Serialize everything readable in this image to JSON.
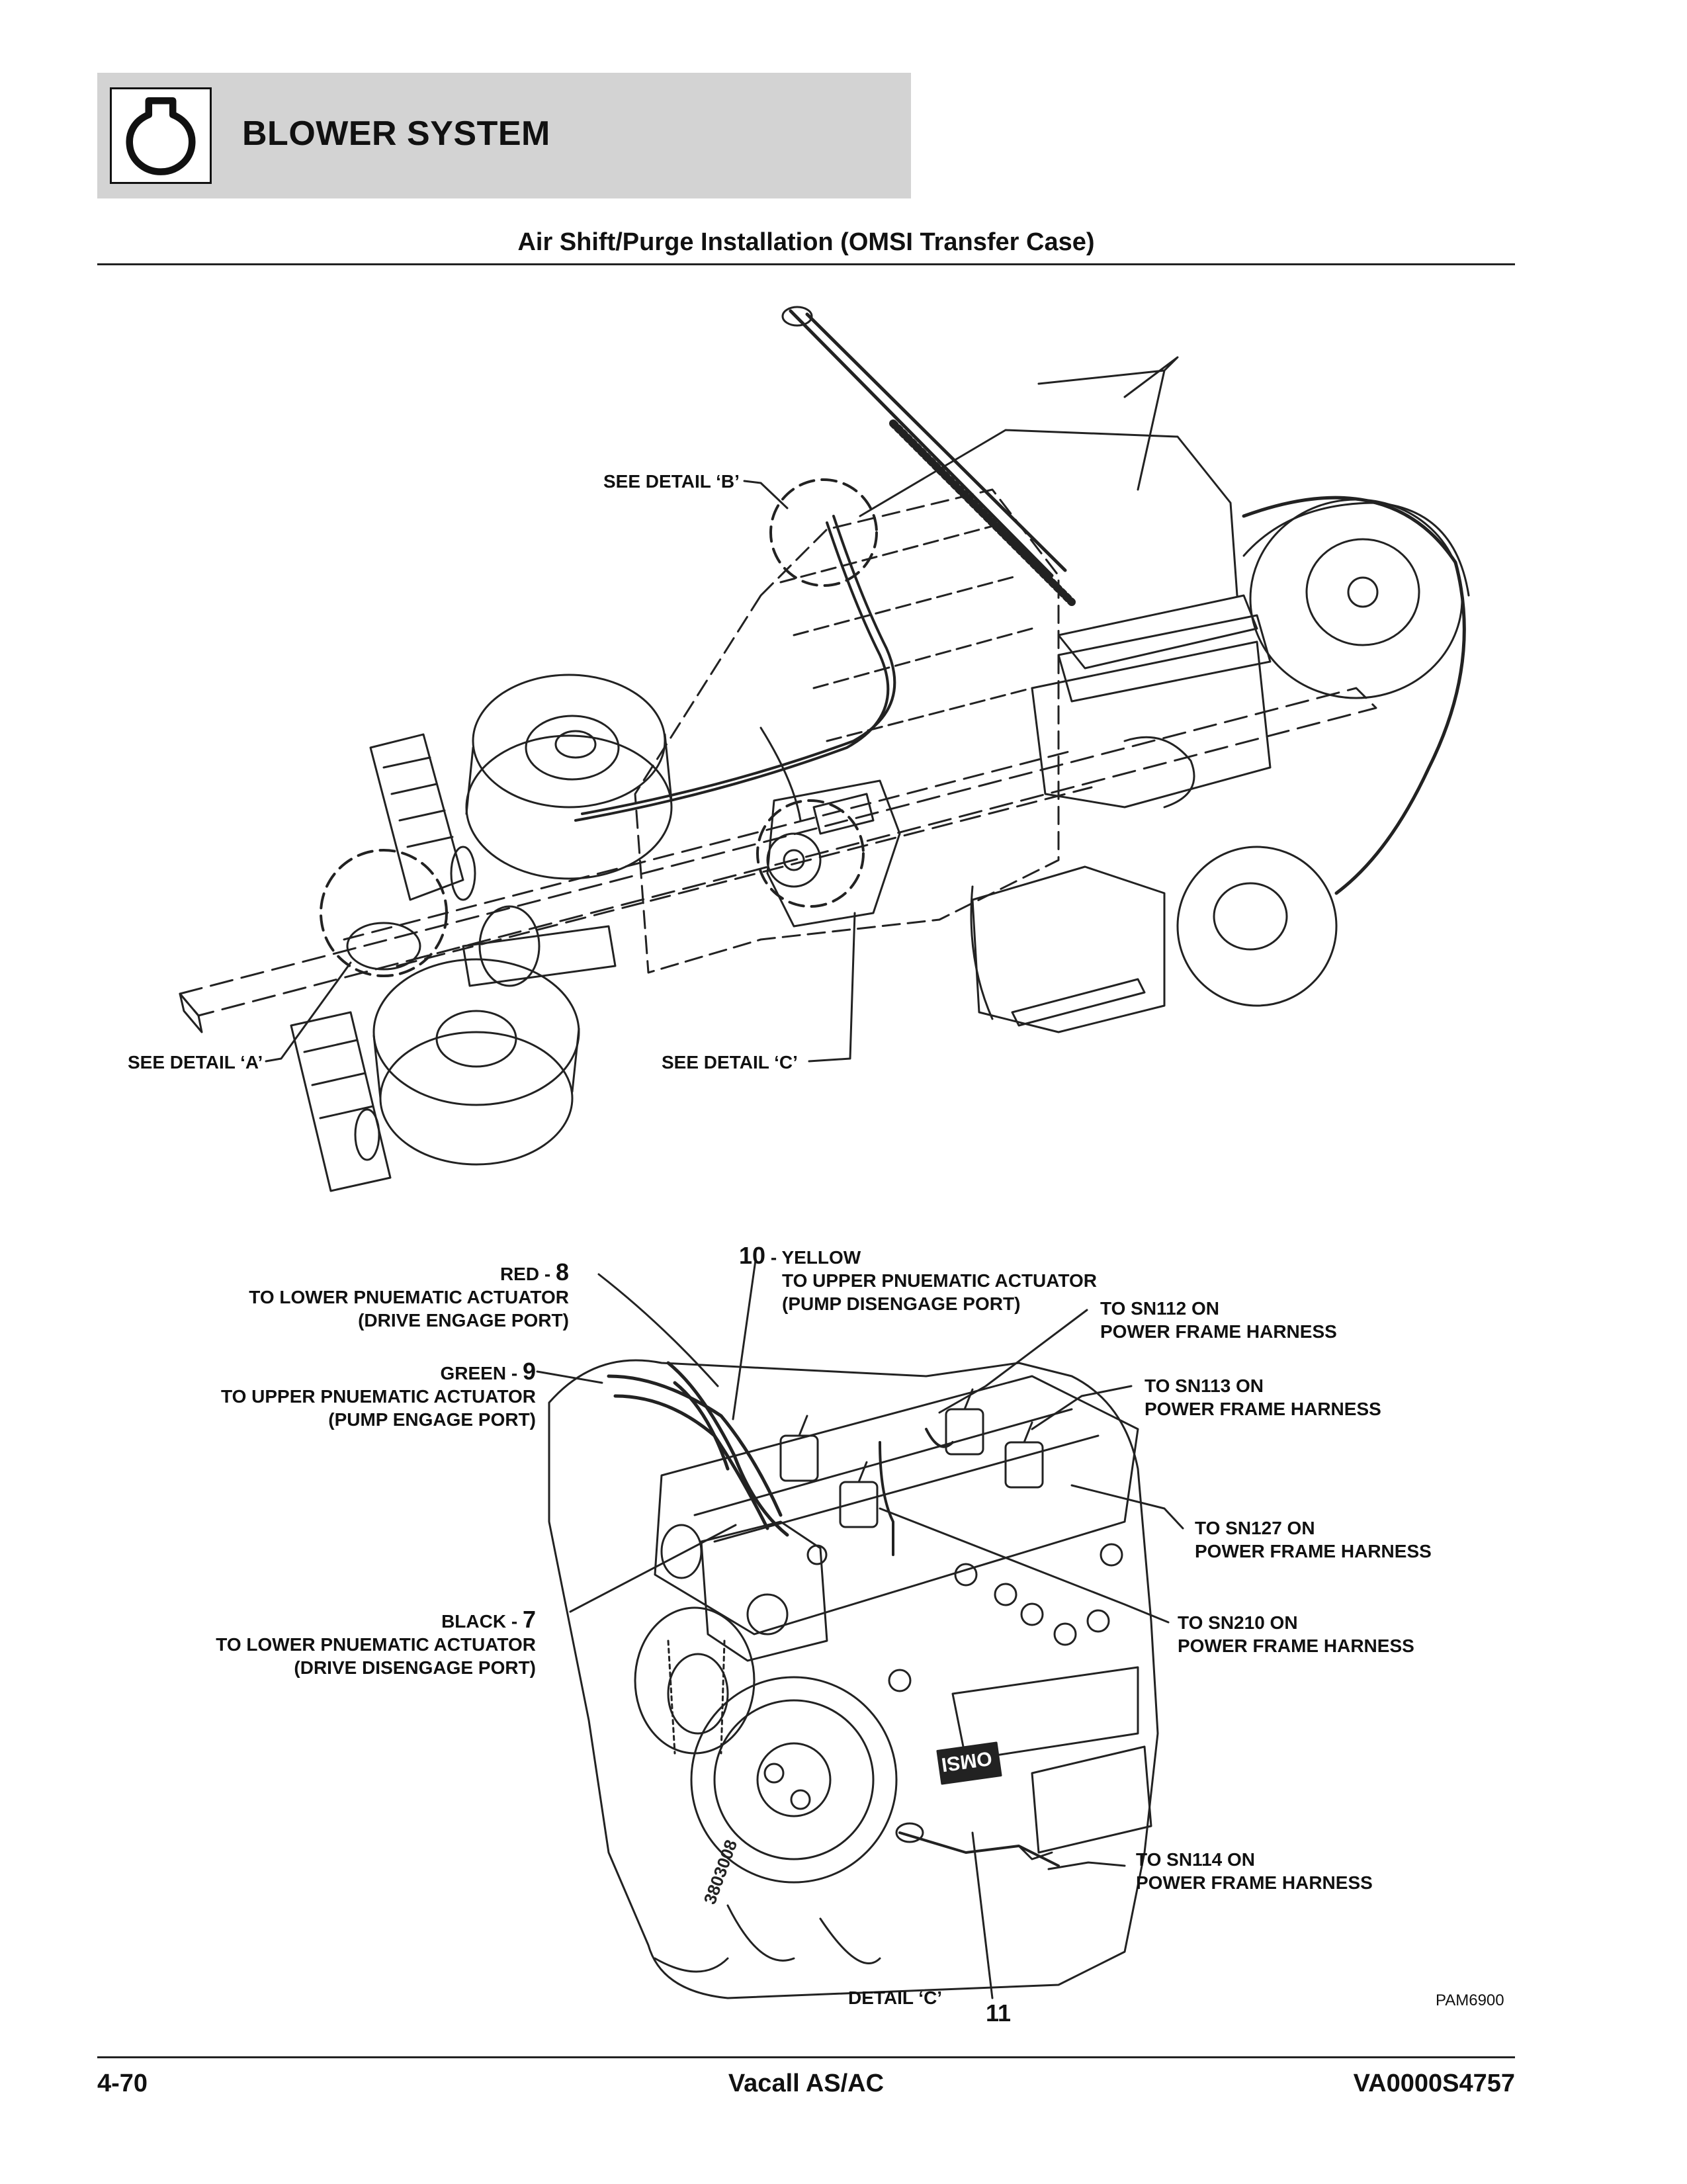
{
  "header": {
    "section_title": "BLOWER SYSTEM",
    "logo_icon": "blower-section-icon"
  },
  "page_title": "Air Shift/Purge Installation (OMSI Transfer Case)",
  "upper_figure": {
    "detail_b": "SEE DETAIL ‘B’",
    "detail_a": "SEE DETAIL ‘A’",
    "detail_c": "SEE DETAIL ‘C’"
  },
  "lower_figure": {
    "callouts": {
      "red_color": "RED",
      "red_num": "8",
      "red_line1": "TO LOWER PNUEMATIC ACTUATOR",
      "red_line2": "(DRIVE ENGAGE PORT)",
      "green_color": "GREEN",
      "green_num": "9",
      "green_line1": "TO UPPER PNUEMATIC ACTUATOR",
      "green_line2": "(PUMP ENGAGE PORT)",
      "black_color": "BLACK",
      "black_num": "7",
      "black_line1": "TO LOWER PNUEMATIC ACTUATOR",
      "black_line2": "(DRIVE DISENGAGE PORT)",
      "yellow_num": "10",
      "yellow_color": "YELLOW",
      "yellow_line1": "TO UPPER PNUEMATIC ACTUATOR",
      "yellow_line2": "(PUMP DISENGAGE PORT)",
      "sn112_line1": "TO SN112 ON",
      "sn112_line2": "POWER FRAME HARNESS",
      "sn113_line1": "TO SN113 ON",
      "sn113_line2": "POWER FRAME HARNESS",
      "sn127_line1": "TO SN127 ON",
      "sn127_line2": "POWER FRAME HARNESS",
      "sn210_line1": "TO SN210 ON",
      "sn210_line2": "POWER FRAME HARNESS",
      "sn114_line1": "TO SN114 ON",
      "sn114_line2": "POWER FRAME HARNESS",
      "detail_c_label": "DETAIL ‘C’",
      "item_11": "11"
    },
    "stamp_omsi": "OMSI",
    "stamp_serial": "3803008"
  },
  "figure_code": "PAM6900",
  "footer": {
    "page_number": "4-70",
    "manual_title": "Vacall AS/AC",
    "doc_number": "VA0000S4757"
  }
}
